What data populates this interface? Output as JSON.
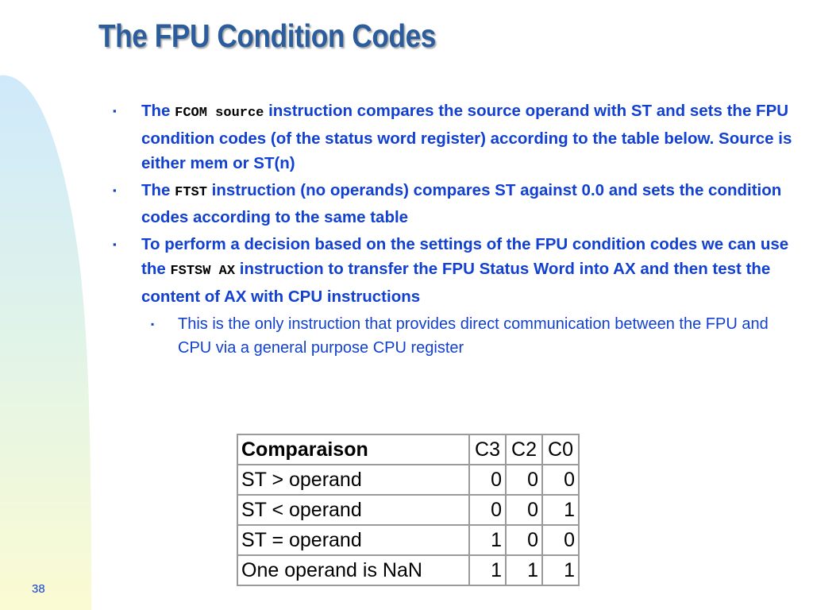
{
  "slide": {
    "title": "The FPU Condition Codes",
    "page_number": "38",
    "bullet_marker": "▪",
    "sub_bullet_marker": "▪",
    "bullets": [
      {
        "pre": "The ",
        "code": "FCOM source",
        "post": " instruction compares the source operand with ST and sets the FPU condition codes (of the status word register) according to the table below. Source is either mem or ST(n)"
      },
      {
        "pre": "The ",
        "code": "FTST",
        "post": " instruction (no operands) compares ST against 0.0 and sets the condition codes according to the same table"
      },
      {
        "pre": "To perform a decision based on the settings of the FPU condition codes we can use the ",
        "code": "FSTSW AX",
        "post": "  instruction to transfer the FPU Status Word into AX and then test the content of AX with CPU instructions"
      }
    ],
    "sub_bullets": [
      "This is the only instruction that provides direct communication between the FPU and CPU via a general purpose CPU register"
    ]
  },
  "table": {
    "headers": [
      "Comparaison",
      "C3",
      "C2",
      "C0"
    ],
    "rows": [
      [
        "ST > operand",
        "0",
        "0",
        "0"
      ],
      [
        "ST < operand",
        "0",
        "0",
        "1"
      ],
      [
        "ST = operand",
        "1",
        "0",
        "0"
      ],
      [
        "One operand is NaN",
        "1",
        "1",
        "1"
      ]
    ]
  },
  "colors": {
    "title": "#2b5d9c",
    "bullet_text": "#1240d0",
    "table_border": "#9a9a9a"
  }
}
